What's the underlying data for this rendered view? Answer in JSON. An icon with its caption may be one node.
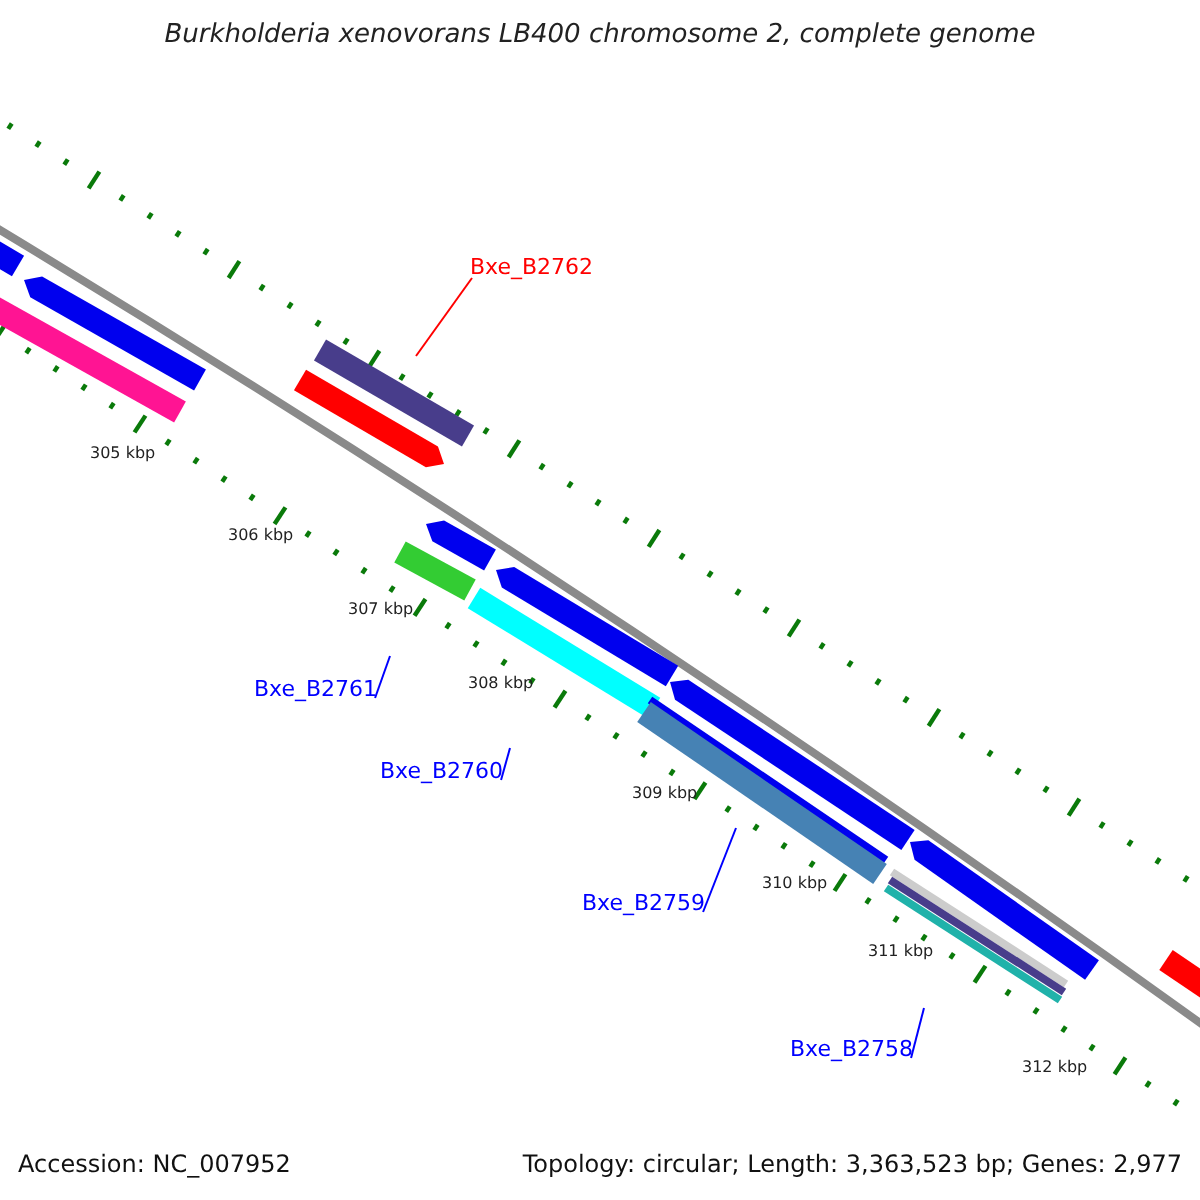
{
  "diagram": {
    "title": "Burkholderia xenovorans LB400 chromosome 2, complete genome",
    "nodes": [
      {
        "text": [
          "Bxe_B2762"
        ]
      },
      {
        "text": [
          "Bxe_B2761"
        ]
      },
      {
        "text": [
          "Bxe_B2760"
        ]
      },
      {
        "text": [
          "Bxe_B2759"
        ]
      },
      {
        "text": [
          "Bxe_B2758"
        ]
      }
    ],
    "edges": [
      {
        "from": 0,
        "to": null,
        "arrow": "none",
        "color": "#ff0000"
      },
      {
        "from": 1,
        "to": null,
        "arrow": "none"
      },
      {
        "from": 2,
        "to": null,
        "arrow": "none"
      },
      {
        "from": 3,
        "to": null,
        "arrow": "none"
      },
      {
        "from": 4,
        "to": null,
        "arrow": "none"
      }
    ],
    "labels": [
      "305 kbp",
      "306 kbp",
      "307 kbp",
      "308 kbp",
      "309 kbp",
      "310 kbp",
      "311 kbp",
      "312 kbp",
      "Accession: NC_007952",
      "Topology: circular; Length: 3,363,523 bp; Genes: 2,977"
    ]
  }
}
